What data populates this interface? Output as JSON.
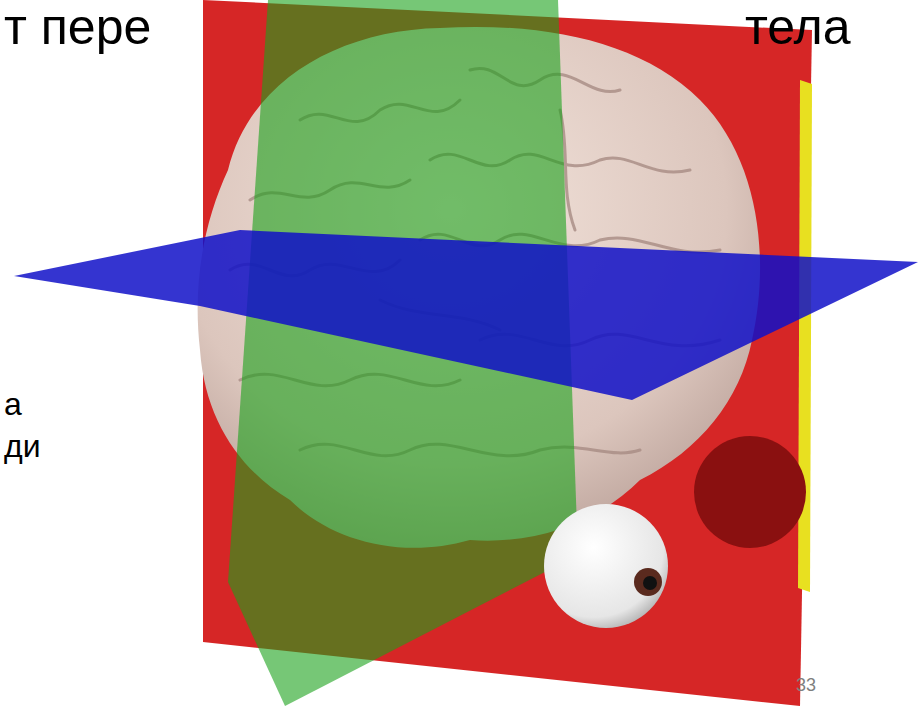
{
  "diagram": {
    "labels": [
      "т пере",
      "тела",
      "а",
      "ди",
      "33"
    ]
  }
}
